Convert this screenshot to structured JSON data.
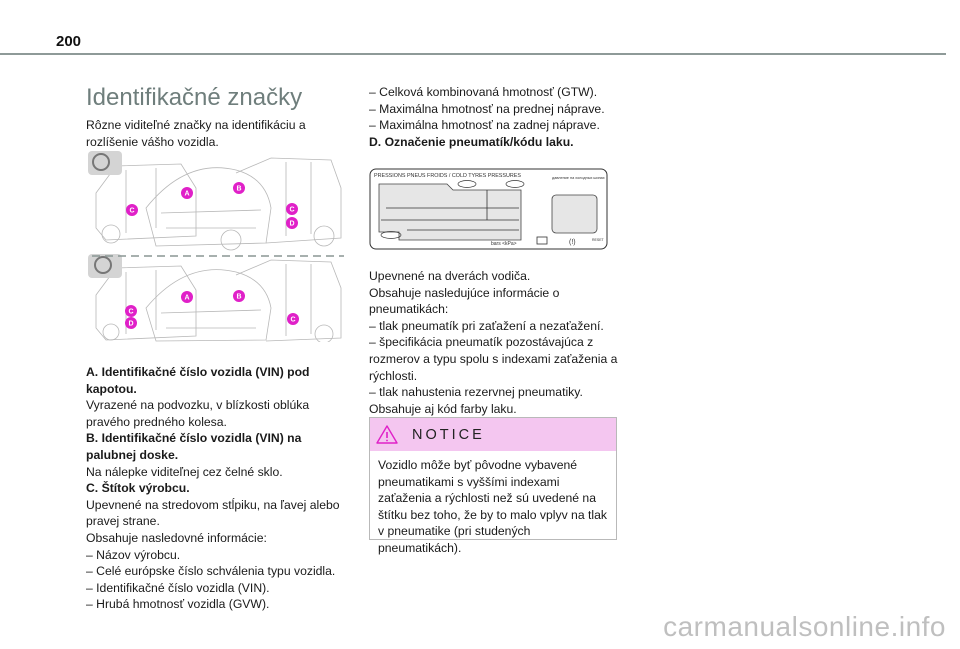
{
  "page": {
    "number": "200"
  },
  "section": {
    "title": "Identifikačné značky",
    "intro": "Rôzne viditeľné značky na identifikáciu a rozlíšenie vášho vozidla."
  },
  "figure_cars": {
    "markers_top": [
      "A",
      "B",
      "C",
      "C",
      "D"
    ],
    "markers_bottom": [
      "A",
      "B",
      "C",
      "D",
      "C"
    ],
    "marker_color": "#e020c8"
  },
  "items": {
    "a_heading": "A. Identifikačné číslo vozidla (VIN) pod kapotou.",
    "a_text": " Vyrazené na podvozku, v blízkosti oblúka pravého predného kolesa.",
    "b_heading": "B. Identifikačné číslo vozidla (VIN) na palubnej doske.",
    "b_text": "Na nálepke viditeľnej cez čelné sklo.",
    "c_heading": "C. Štítok výrobcu.",
    "c_text1": "Upevnené na stredovom stĺpiku, na ľavej alebo pravej strane.",
    "c_text2": "Obsahuje nasledovné informácie:",
    "c_list": [
      "–  Názov výrobcu.",
      "–  Celé európske číslo schválenia typu vozidla.",
      "–  Identifikačné číslo vozidla (VIN).",
      "–  Hrubá hmotnosť vozidla (GVW).",
      "–  Celková kombinovaná hmotnosť (GTW).",
      "–  Maximálna hmotnosť na prednej náprave.",
      "–  Maximálna hmotnosť na zadnej náprave."
    ],
    "d_heading": "D. Označenie pneumatík/kódu laku.",
    "d_text1": "Upevnené na dverách vodiča.",
    "d_text2": "Obsahuje nasledujúce informácie o pneumatikách:",
    "d_list": [
      "–  tlak pneumatík pri zaťažení a nezaťažení.",
      "–  špecifikácia pneumatík pozostávajúca z rozmerov a typu spolu s indexami zaťaženia a rýchlosti.",
      "–  tlak nahustenia rezervnej pneumatiky."
    ],
    "d_text3": "Obsahuje aj kód farby laku."
  },
  "tyre_label": {
    "header": "PRESSIONS PNEUS FROIDS / COLD TYRES PRESSURES",
    "units": "bars   <kPa>",
    "cyrillic": "давление на холодных шинах",
    "reset": "RESET"
  },
  "notice": {
    "title": "NOTICE",
    "text": "Vozidlo môže byť pôvodne vybavené pneumatikami s vyššími indexami zaťaženia a rýchlosti než sú uvedené na štítku bez toho, že by to malo vplyv na tlak v pneumatike (pri studených pneumatikách).",
    "accent": "#f4c6f0",
    "icon_color": "#e020c8"
  },
  "watermark": "carmanualsonline.info"
}
